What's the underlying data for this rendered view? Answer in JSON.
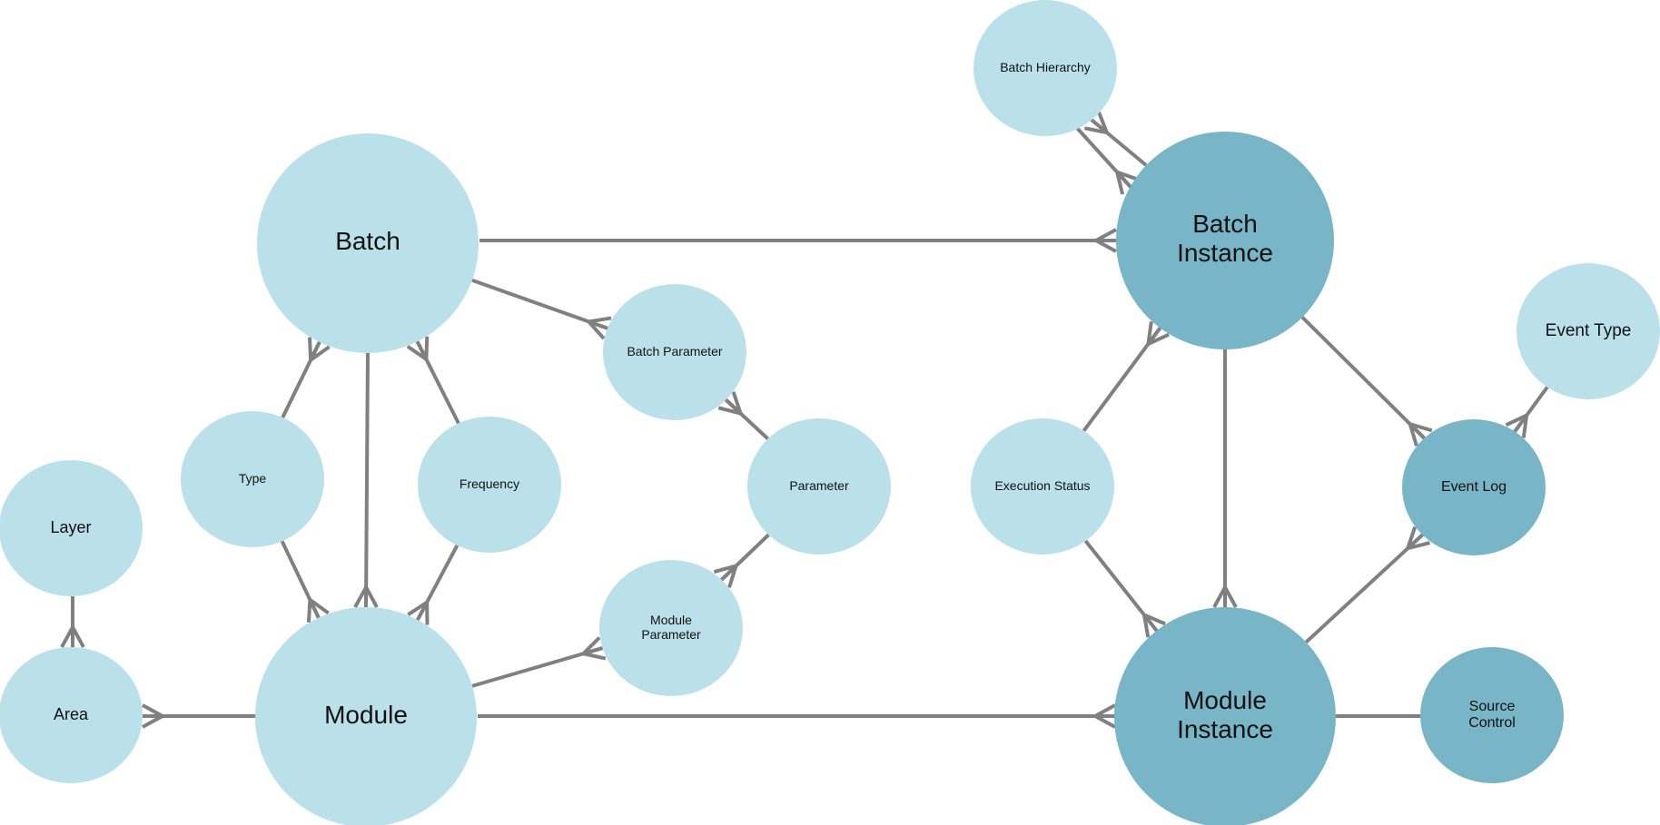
{
  "diagram": {
    "type": "entity-relationship",
    "colors": {
      "light_entity": "#BAE0EA",
      "dark_entity": "#78B5C6",
      "edge": "#808080",
      "text": "#111111"
    },
    "nodes": [
      {
        "id": "batch",
        "label": "Batch",
        "style": "light"
      },
      {
        "id": "batch_instance",
        "label": "Batch Instance",
        "style": "dark"
      },
      {
        "id": "batch_hierarchy",
        "label": "Batch Hierarchy",
        "style": "light"
      },
      {
        "id": "batch_parameter",
        "label": "Batch Parameter",
        "style": "light"
      },
      {
        "id": "parameter",
        "label": "Parameter",
        "style": "light"
      },
      {
        "id": "module_parameter",
        "label": "Module Parameter",
        "style": "light"
      },
      {
        "id": "type",
        "label": "Type",
        "style": "light"
      },
      {
        "id": "frequency",
        "label": "Frequency",
        "style": "light"
      },
      {
        "id": "layer",
        "label": "Layer",
        "style": "light"
      },
      {
        "id": "area",
        "label": "Area",
        "style": "light"
      },
      {
        "id": "module",
        "label": "Module",
        "style": "light"
      },
      {
        "id": "module_instance",
        "label": "Module Instance",
        "style": "dark"
      },
      {
        "id": "execution_status",
        "label": "Execution Status",
        "style": "light"
      },
      {
        "id": "event_log",
        "label": "Event Log",
        "style": "dark"
      },
      {
        "id": "event_type",
        "label": "Event Type",
        "style": "light"
      },
      {
        "id": "source_control",
        "label": "Source Control",
        "style": "dark"
      }
    ],
    "edges": [
      {
        "from": "batch",
        "to": "batch_instance",
        "many_end": "batch_instance"
      },
      {
        "from": "batch",
        "to": "batch_parameter",
        "many_end": "batch_parameter"
      },
      {
        "from": "parameter",
        "to": "batch_parameter",
        "many_end": "batch_parameter"
      },
      {
        "from": "parameter",
        "to": "module_parameter",
        "many_end": "module_parameter"
      },
      {
        "from": "module",
        "to": "module_parameter",
        "many_end": "module_parameter"
      },
      {
        "from": "type",
        "to": "batch",
        "many_end": "batch"
      },
      {
        "from": "frequency",
        "to": "batch",
        "many_end": "batch"
      },
      {
        "from": "batch",
        "to": "module",
        "many_end": "module"
      },
      {
        "from": "type",
        "to": "module",
        "many_end": "module"
      },
      {
        "from": "frequency",
        "to": "module",
        "many_end": "module"
      },
      {
        "from": "layer",
        "to": "area",
        "many_end": "area"
      },
      {
        "from": "module",
        "to": "area",
        "many_end": "area"
      },
      {
        "from": "module",
        "to": "module_instance",
        "many_end": "module_instance"
      },
      {
        "from": "batch_instance",
        "to": "batch_hierarchy",
        "many_end": "batch_hierarchy"
      },
      {
        "from": "batch_hierarchy",
        "to": "batch_instance",
        "many_end": "batch_instance"
      },
      {
        "from": "execution_status",
        "to": "batch_instance",
        "many_end": "batch_instance"
      },
      {
        "from": "execution_status",
        "to": "module_instance",
        "many_end": "module_instance"
      },
      {
        "from": "batch_instance",
        "to": "module_instance",
        "many_end": "module_instance"
      },
      {
        "from": "batch_instance",
        "to": "event_log",
        "many_end": "event_log"
      },
      {
        "from": "module_instance",
        "to": "event_log",
        "many_end": "event_log"
      },
      {
        "from": "event_type",
        "to": "event_log",
        "many_end": "event_log"
      },
      {
        "from": "source_control",
        "to": "module_instance",
        "many_end": "none"
      }
    ]
  }
}
